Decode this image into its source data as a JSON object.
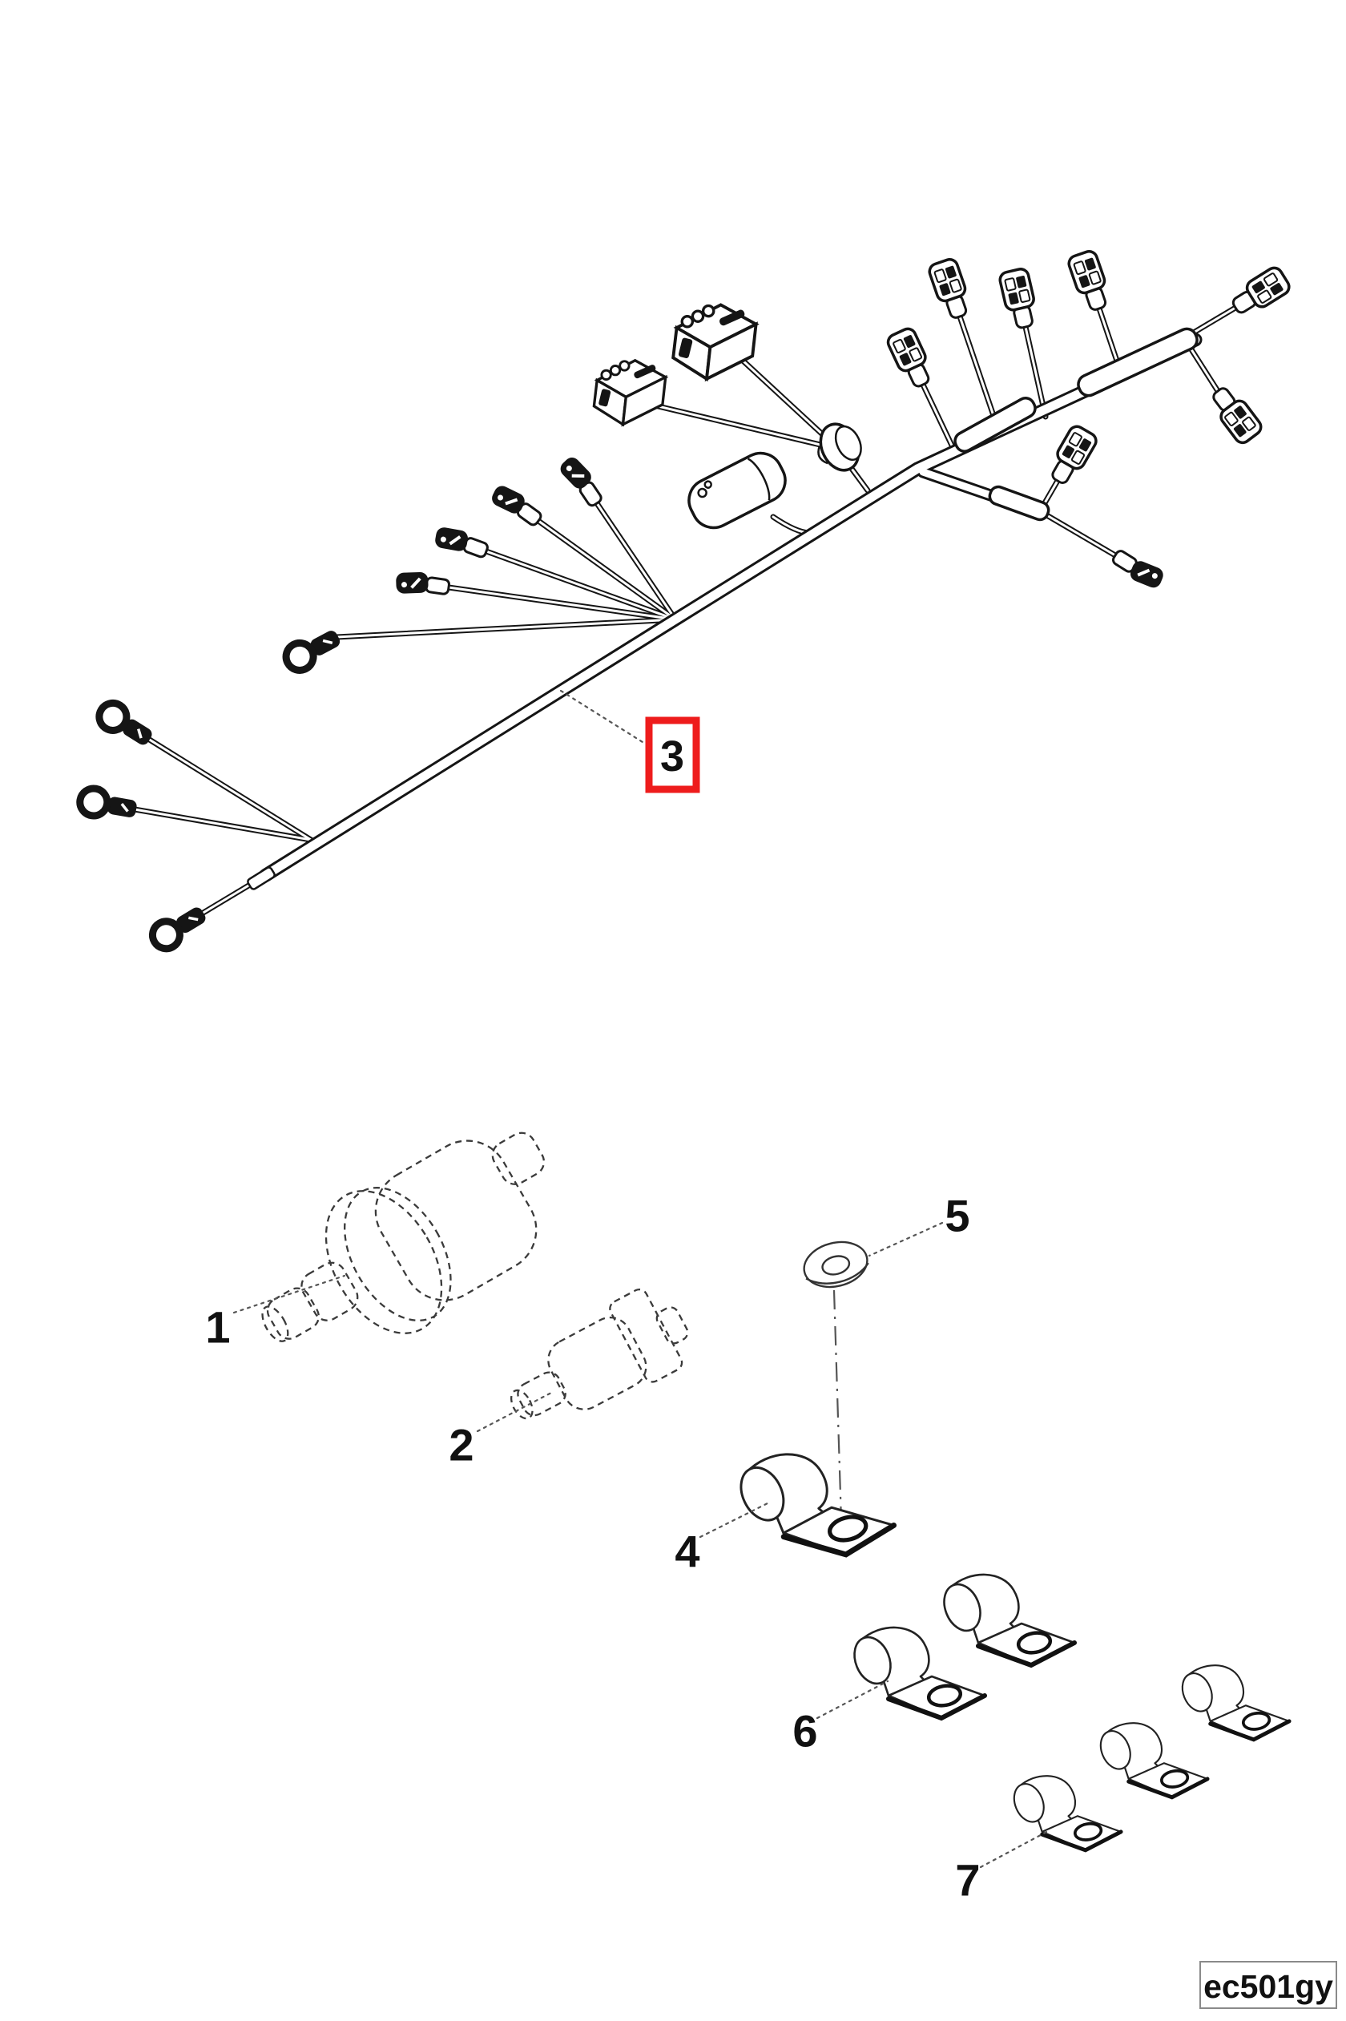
{
  "diagram": {
    "drawing_code": "ec501gy",
    "selected_callout": "3",
    "highlight_color": "#ee1c1c",
    "line_color": "#151515",
    "background_color": "#ffffff",
    "callouts": {
      "c1": "1",
      "c2": "2",
      "c3": "3",
      "c4": "4",
      "c5": "5",
      "c6": "6",
      "c7": "7"
    }
  }
}
